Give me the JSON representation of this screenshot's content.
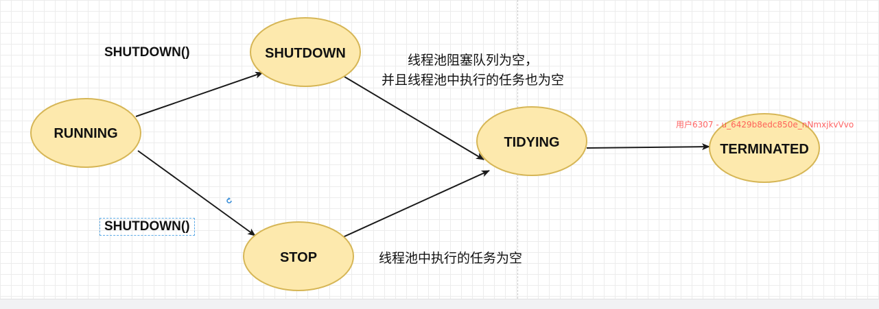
{
  "diagram": {
    "nodes": {
      "running": "RUNNING",
      "shutdown": "SHUTDOWN",
      "stop": "STOP",
      "tidying": "TIDYING",
      "terminated": "TERMINATED"
    },
    "edges": {
      "running_to_shutdown": "SHUTDOWN()",
      "running_to_stop": "SHUTDOWN()"
    },
    "notes": {
      "shutdown_to_tidying_line1": "线程池阻塞队列为空，",
      "shutdown_to_tidying_line2": "并且线程池中执行的任务也为空",
      "stop_to_tidying": "线程池中执行的任务为空"
    },
    "colors": {
      "node_fill": "#fde9ad",
      "node_stroke": "#d6b656",
      "edge": "#1a1a1a",
      "selection": "#5aa9e6",
      "watermark": "#ff4a4a"
    }
  },
  "watermark": {
    "text": "用户6307 - u_6429b8edc850e_nNmxjkvVvo"
  }
}
